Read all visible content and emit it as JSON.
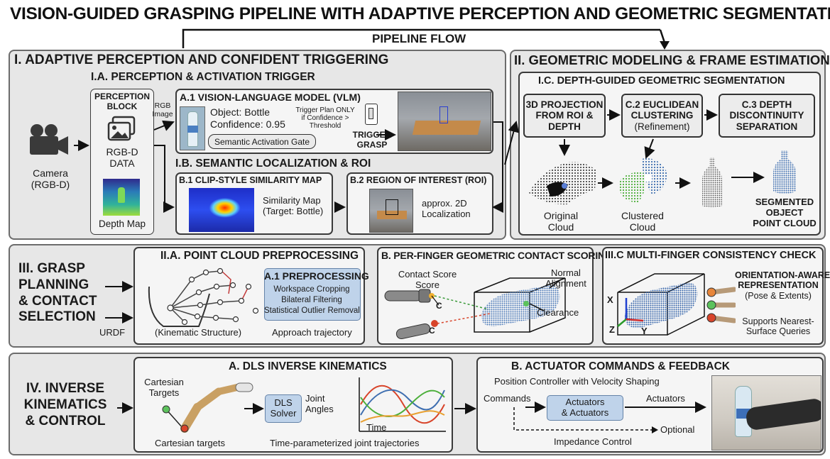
{
  "title": "VISION-GUIDED GRASPING PIPELINE WITH ADAPTIVE PERCEPTION AND GEOMETRIC SEGMENTATION",
  "pipeline_flow": "PIPELINE FLOW",
  "s1": {
    "title": "I. ADAPTIVE PERCEPTION AND CONFIDENT TRIGGERING",
    "ia_title": "I.A. PERCEPTION & ACTIVATION TRIGGER",
    "camera_line1": "Camera",
    "camera_line2": "(RGB-D)",
    "perception_block_line1": "PERCEPTION",
    "perception_block_line2": "BLOCK",
    "rgbd_line1": "RGB-D",
    "rgbd_line2": "DATA",
    "depth_map": "Depth Map",
    "rgb_image_line1": "RGB",
    "rgb_image_line2": "Image",
    "a1_title": "A.1 VISION-LANGUAGE MODEL (VLM)",
    "object": "Object: Bottle",
    "confidence": "Confidence: 0.95",
    "gate": "Semantic Activation Gate",
    "trigger_note_line1": "Trigger Plan ONLY",
    "trigger_note_line2": "if Confidence >",
    "trigger_note_line3": "Threshold",
    "trigger_line1": "TRIGGER",
    "trigger_line2": "GRASP",
    "ib_title": "I.B. SEMANTIC LOCALIZATION & ROI",
    "b1_title": "B.1 CLIP-STYLE SIMILARITY MAP",
    "sim_line1": "Similarity Map",
    "sim_line2": "(Target: Bottle)",
    "b2_title": "B.2 REGION OF INTEREST (ROI)",
    "roi_line1": "approx. 2D",
    "roi_line2": "Localization"
  },
  "s2": {
    "title": "II. GEOMETRIC MODELING & FRAME ESTIMATION",
    "ic_title": "I.C. DEPTH-GUIDED GEOMETRIC SEGMENTATION",
    "box1": "3D PROJECTION FROM ROI & DEPTH",
    "box2_line1": "C.2 EUCLIDEAN",
    "box2_line2": "CLUSTERING",
    "box2_line3": "(Refinement)",
    "box3": "C.3 DEPTH DISCONTINUITY SEPARATION",
    "original_line1": "Original",
    "original_line2": "Cloud",
    "clustered_line1": "Clustered",
    "clustered_line2": "Cloud",
    "segmented_line1": "SEGMENTED",
    "segmented_line2": "OBJECT",
    "segmented_line3": "POINT CLOUD"
  },
  "s3": {
    "title_line1": "III. GRASP",
    "title_line2": "PLANNING",
    "title_line3": "& CONTACT",
    "title_line4": "SELECTION",
    "urdf": "URDF",
    "iia_title": "II.A. POINT CLOUD PREPROCESSING",
    "kinematic": "(Kinematic Structure)",
    "prep_title": "A.1 PREPROCESSING",
    "prep_items": [
      "Workspace Cropping",
      "Bilateral Filtering",
      "Statistical Outlier Removal"
    ],
    "approach": "Approach trajectory",
    "b_title": "B. PER-FINGER GEOMETRIC CONTACT SCORING",
    "contact_score_line1": "Contact Score",
    "contact_score_line2": "Score",
    "normal_line1": "Normal",
    "normal_line2": "Alignment",
    "clearance": "Clearance",
    "c_label": "C",
    "c_title": "III.C MULTI-FINGER CONSISTENCY CHECK",
    "orient_line1": "ORIENTATION-AWARE",
    "orient_line2": "REPRESENTATION",
    "orient_line3": "(Pose & Extents)",
    "supports_line1": "Supports Nearest-",
    "supports_line2": "Surface Queries",
    "axis_x": "X",
    "axis_y": "Y",
    "axis_z": "Z"
  },
  "s4": {
    "title_line1": "IV. INVERSE",
    "title_line2": "KINEMATICS",
    "title_line3": "& CONTROL",
    "a_title": "A. DLS INVERSE KINEMATICS",
    "cart_targets_line1": "Cartesian",
    "cart_targets_line2": "Targets",
    "cart_targets_bottom": "Cartesian targets",
    "dls_line1": "DLS",
    "dls_line2": "Solver",
    "joint_line1": "Joint",
    "joint_line2": "Angles",
    "time": "Time",
    "time_traj": "Time-parameterized joint trajectories",
    "b_title": "B. ACTUATOR COMMANDS & FEEDBACK",
    "position_ctrl": "Position Controller with Velocity Shaping",
    "commands": "Commands",
    "actuators_box_line1": "Actuators",
    "actuators_box_line2": "& Actuators",
    "actuators": "Actuators",
    "optional": "Optional",
    "impedance": "Impedance Control"
  },
  "colors": {
    "section_bg": "#e7e7e7",
    "panel_bg": "#f5f5f5",
    "accent_blue": "#bfd3ea",
    "point_blue": "#3f6fb0",
    "point_green": "#4caf3a"
  }
}
